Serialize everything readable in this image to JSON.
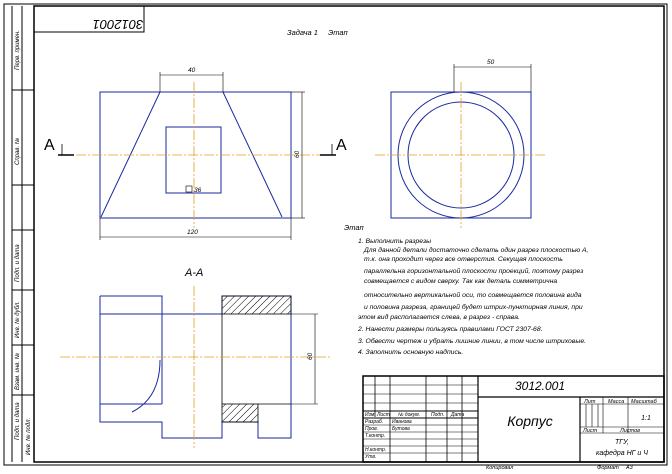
{
  "sheet": {
    "stamp_code_rotated": "3012001",
    "task_title": "Задача 1",
    "stage_label_1": "Этап",
    "stage_label_2": "Этап",
    "side_labels": [
      "Перв. примен.",
      "Справ. №",
      "Подп. и дата",
      "Инв. № дубл.",
      "Взам. инв. №",
      "Подп. и дата",
      "Инв. № подл."
    ]
  },
  "views": {
    "front": {
      "dim_top": "40",
      "dim_bottom": "120",
      "dim_right": "60",
      "square_dim": "36",
      "section_marker_left": "A",
      "section_marker_right": "A"
    },
    "top": {
      "dim_diameter": "50"
    },
    "section": {
      "title": "A-A",
      "dim_right": "60"
    }
  },
  "instructions": [
    "1. Выполнить разрезы",
    "Для данной детали достаточно сделать один разрез плоскостью А,",
    "т.к. она проходит через все отверстия. Секущая плоскость",
    "параллельна горизонтальной плоскости проекций, поэтому разрез",
    "совмещается с видом сверху. Так как деталь симметрична",
    "относительно вертикальной оси, то совмещается половина вида",
    "и половина разреза, границей будет штрих-пунктирная линия, при",
    "этом вид  располагается слева, в разрез - справа.",
    "2. Нанести размеры пользуясь правилами ГОСТ 2307-68.",
    "3. Обвести чертеж и убрать лишние линии, в том числе штриховые.",
    "4. Заполнить основную надпись."
  ],
  "title_block": {
    "doc_code": "3012.001",
    "name": "Корпус",
    "col_lit": "Лит",
    "col_mass": "Масса",
    "col_scale": "Масштаб",
    "scale_value": "1:1",
    "sheet_label": "Лист",
    "sheets_label": "Листов",
    "org_line1": "ТГУ,",
    "org_line2": "кафедра НГ и Ч",
    "row_headers": [
      "Изм",
      "Лист",
      "№ докум.",
      "Подп.",
      "Дата"
    ],
    "roles": [
      "Разраб.",
      "Пров.",
      "Т.контр.",
      "",
      "Н.контр.",
      "Утв."
    ],
    "names": [
      "Иванова",
      "Бутова",
      "",
      "",
      "",
      ""
    ],
    "copied": "Копировал",
    "format_label": "Формат",
    "format_value": "А3"
  }
}
